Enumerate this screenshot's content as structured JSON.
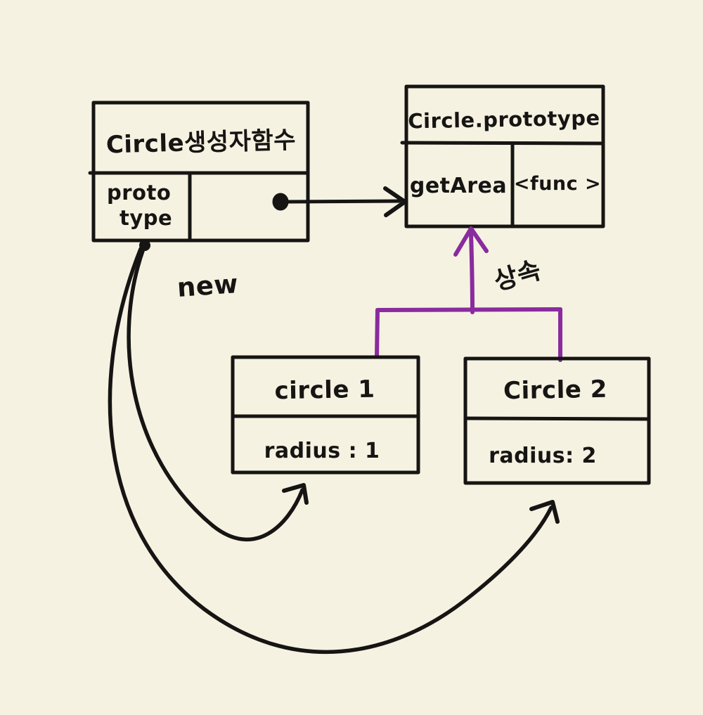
{
  "diagram": {
    "title_semantic": "JavaScript prototype inheritance sketch",
    "colors": {
      "background": "#f5f2e2",
      "ink": "#161513",
      "red": "#d32121",
      "purple": "#8a2b9e"
    },
    "constructor_box": {
      "title": "Circle생성자함수",
      "slot_label_line1": "proto",
      "slot_label_line2": "type"
    },
    "prototype_box": {
      "title": "Circle.prototype",
      "method_name": "getArea",
      "method_value": "<func >"
    },
    "instance1_box": {
      "title": "circle 1",
      "property": "radius : 1"
    },
    "instance2_box": {
      "title": "Circle 2",
      "property": "radius: 2"
    },
    "labels": {
      "new_keyword": "new",
      "inheritance": "상속"
    }
  }
}
